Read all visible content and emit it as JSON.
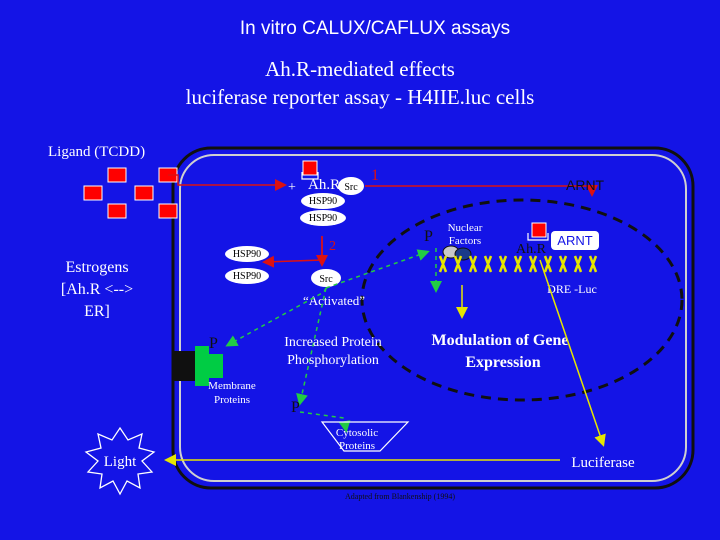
{
  "header": {
    "title": "In vitro CALUX/CAFLUX assays",
    "subtitle1": "Ah.R-mediated effects",
    "subtitle2": "luciferase reporter assay - H4IIE.luc cells"
  },
  "ligand_label": "Ligand (TCDD)",
  "estrogens": {
    "line1": "Estrogens",
    "line2": "[Ah.R <-->",
    "line3": "ER]"
  },
  "complex": {
    "plus": "+",
    "ahr": "Ah.R",
    "src": "Src",
    "hsp90_a": "HSP90",
    "hsp90_b": "HSP90",
    "hsp90_c": "HSP90",
    "hsp90_d": "HSP90",
    "src2": "Src"
  },
  "steps": {
    "one": "1",
    "two": "2"
  },
  "activated": "“Activated”",
  "phospho": {
    "line1": "Increased Protein",
    "line2": "Phosphorylation"
  },
  "p_label": "P",
  "membrane": {
    "line1": "Membrane",
    "line2": "Proteins"
  },
  "cytosolic": {
    "line1": "Cytosolic",
    "line2": "Proteins"
  },
  "nuclear": {
    "factors_line1": "Nuclear",
    "factors_line2": "Factors",
    "arnt_top": "ARNT",
    "arnt": "ARNT",
    "ahr": "Ah.R",
    "dre": "DRE -Luc",
    "modulation_line1": "Modulation of Gene",
    "modulation_line2": "Expression"
  },
  "light": "Light",
  "luciferase": "Luciferase",
  "citation": "Adapted from Blankenship (1994)",
  "colors": {
    "background": "#1414e6",
    "ligand": "#ff0000",
    "arrow_red": "#dd1111",
    "arrow_green": "#22cc44",
    "arrow_yellow": "#e6e600",
    "membrane_block": "#00cc44",
    "dna": "#e6e600"
  }
}
